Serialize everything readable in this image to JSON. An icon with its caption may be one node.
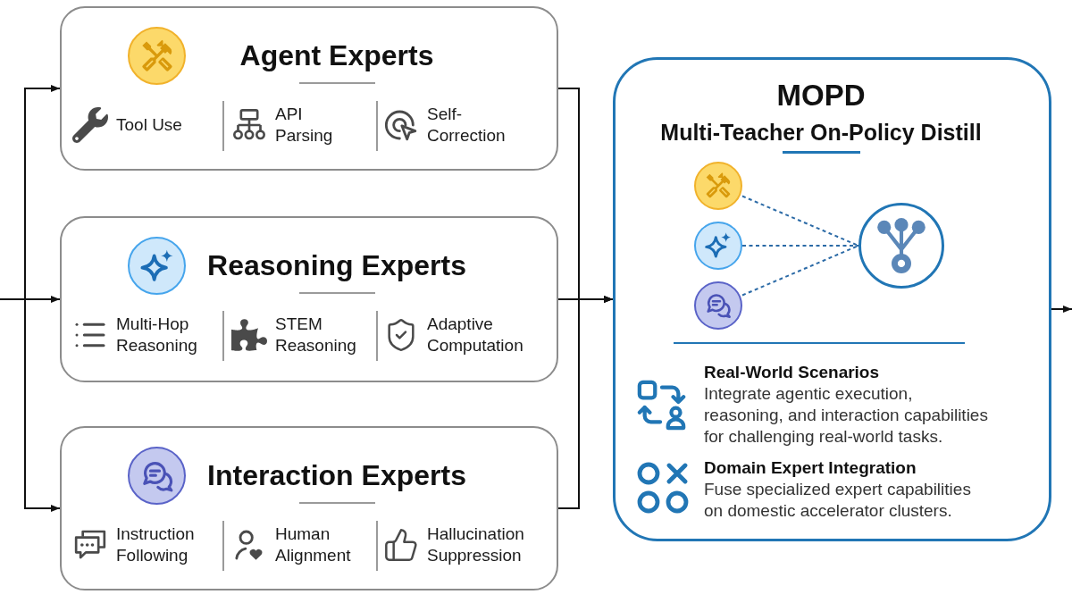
{
  "diagram": {
    "nodes": [
      {
        "text": [
          "Agent Experts",
          "Tool Use",
          "API Parsing",
          "Self-Correction"
        ]
      },
      {
        "text": [
          "Reasoning Experts",
          "Multi-Hop Reasoning",
          "STEM Reasoning",
          "Adaptive Computation"
        ]
      },
      {
        "text": [
          "Interaction Experts",
          "Instruction Following",
          "Human Alignment",
          "Hallucination Suppression"
        ]
      },
      {
        "text": [
          "MOPD",
          "Multi-Teacher On-Policy Distill",
          "Real-World Scenarios",
          "Integrate agentic execution, reasoning, and interaction capabilities for challenging real-world tasks.",
          "Domain Expert Integration",
          "Fuse specialized expert capabilities on domestic accelerator clusters."
        ]
      },
      {
        "text": [],
        "shape": "circle",
        "in": 3
      },
      {
        "text": [],
        "shape": "circle",
        "in": 3
      },
      {
        "text": [],
        "shape": "circle",
        "in": 3
      },
      {
        "text": [],
        "shape": "circle",
        "in": 3
      }
    ],
    "edges": [
      {
        "from": null,
        "to": 0,
        "arrow": "to"
      },
      {
        "from": null,
        "to": 1,
        "arrow": "to"
      },
      {
        "from": null,
        "to": 2,
        "arrow": "to"
      },
      {
        "from": 0,
        "to": 3,
        "arrow": "to"
      },
      {
        "from": 1,
        "to": 3,
        "arrow": "to"
      },
      {
        "from": 2,
        "to": 3,
        "arrow": "to"
      },
      {
        "from": 3,
        "to": null,
        "arrow": "to"
      },
      {
        "from": 4,
        "to": 7,
        "arrow": "none",
        "style": "dashed",
        "color": "#2b6aa6"
      },
      {
        "from": 5,
        "to": 7,
        "arrow": "none",
        "style": "dashed",
        "color": "#2b6aa6"
      },
      {
        "from": 6,
        "to": 7,
        "arrow": "none",
        "style": "dashed",
        "color": "#2b6aa6"
      }
    ]
  }
}
